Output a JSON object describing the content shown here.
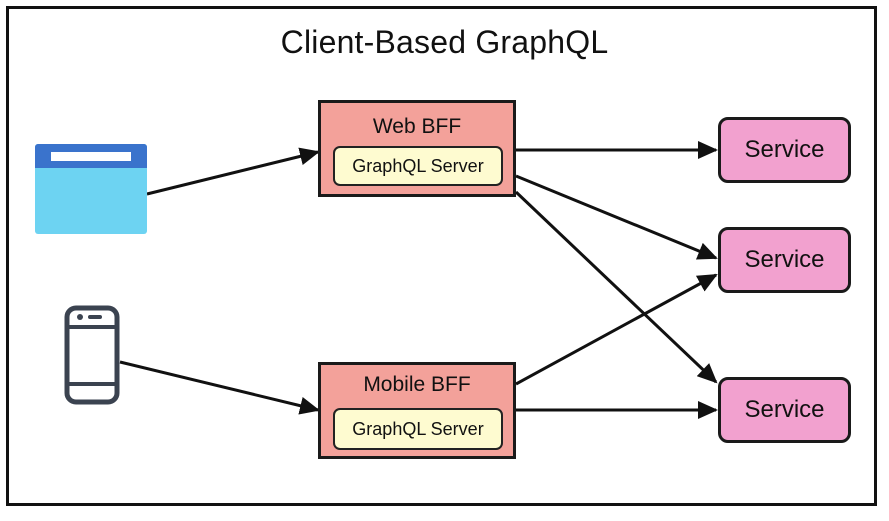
{
  "title": "Client-Based GraphQL",
  "web_bff": {
    "label": "Web BFF",
    "server_label": "GraphQL Server"
  },
  "mobile_bff": {
    "label": "Mobile BFF",
    "server_label": "GraphQL Server"
  },
  "services": [
    {
      "label": "Service"
    },
    {
      "label": "Service"
    },
    {
      "label": "Service"
    }
  ],
  "clients": [
    {
      "icon": "browser-window-icon"
    },
    {
      "icon": "mobile-phone-icon"
    }
  ],
  "colors": {
    "bff_fill": "#f3a19a",
    "server_fill": "#fefbd0",
    "service_fill": "#f2a1cf",
    "browser_body": "#6dd3f2",
    "browser_bar": "#3a73cc"
  }
}
